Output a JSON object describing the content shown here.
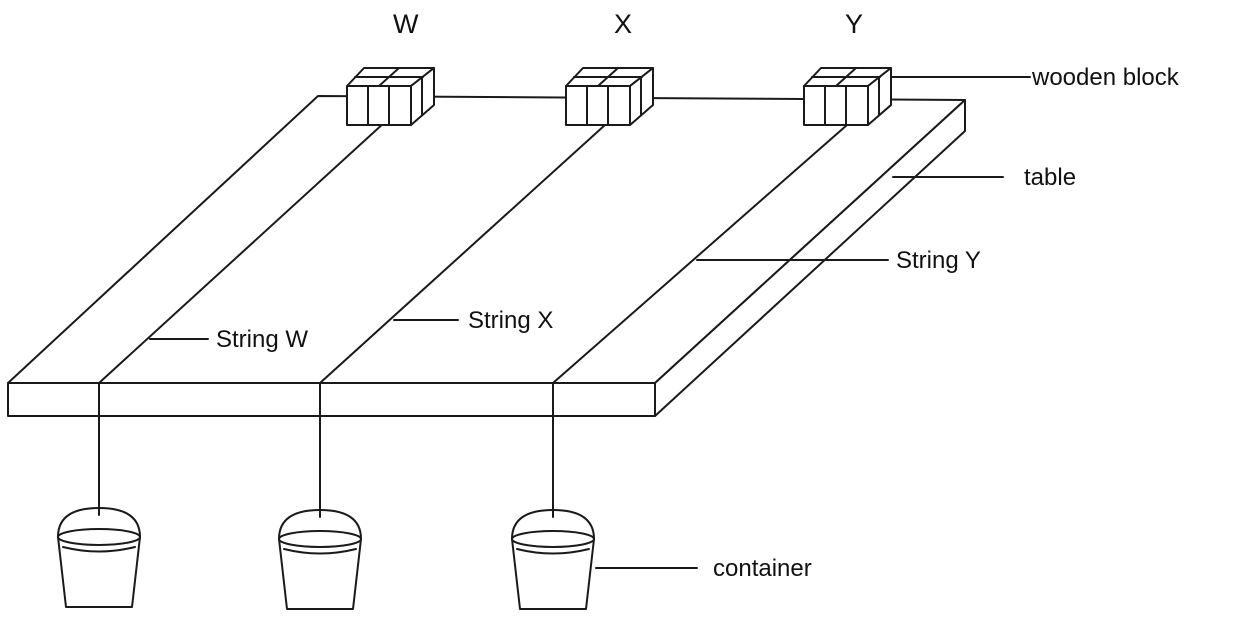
{
  "block_headers": [
    "W",
    "X",
    "Y"
  ],
  "labels": {
    "wooden_block": "wooden block",
    "table": "table",
    "string_w": "String W",
    "string_x": "String X",
    "string_y": "String Y",
    "container": "container"
  }
}
